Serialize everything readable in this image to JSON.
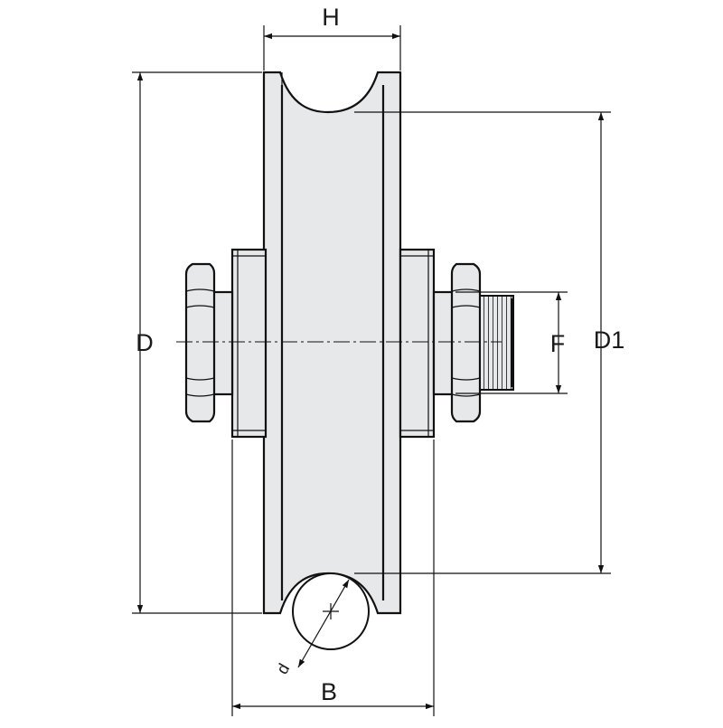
{
  "drawing": {
    "labels": {
      "H": "H",
      "D": "D",
      "D1": "D1",
      "F": "F",
      "B": "B",
      "d": "d"
    },
    "colors": {
      "line": "#111111",
      "fill": "#e6e8e9",
      "background": "#ffffff"
    }
  }
}
